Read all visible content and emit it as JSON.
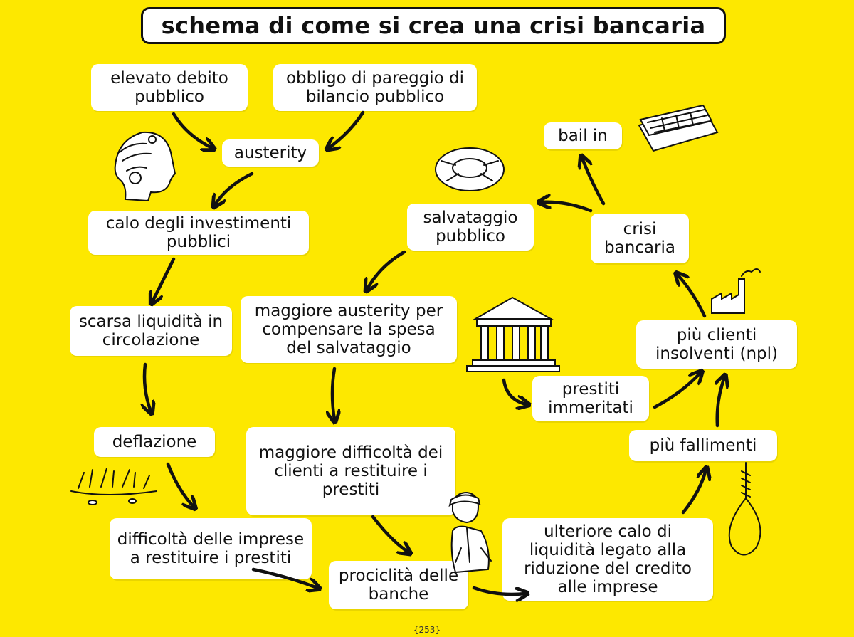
{
  "title": "schema di come si crea una crisi bancaria",
  "page_number": "{253}",
  "nodes": {
    "elevato_debito": "elevato debito pubblico",
    "obbligo_pareggio": "obbligo di pareggio di bilancio pubblico",
    "austerity": "austerity",
    "calo_investimenti": "calo degli investimenti pubblici",
    "scarsa_liquidita": "scarsa liquidità in circolazione",
    "deflazione": "deflazione",
    "difficolta_imprese": "difficoltà delle imprese a restituire i prestiti",
    "prociclita": "prociclità delle banche",
    "ulteriore_calo": "ulteriore calo di liquidità legato alla riduzione del credito alle imprese",
    "maggiore_difficolta": "maggiore difficoltà dei clienti a restituire i prestiti",
    "maggiore_austerity": "maggiore austerity per compensare la spesa del salvataggio",
    "salvataggio": "salvataggio pubblico",
    "crisi_bancaria": "crisi bancaria",
    "bail_in": "bail in",
    "piu_clienti": "più clienti insolventi (npl)",
    "prestiti_immeritati": "prestiti immeritati",
    "piu_fallimenti": "più fallimenti"
  },
  "illustrations": [
    "greek-head-icon",
    "life-buoy-icon",
    "banknote-box-icon",
    "bank-temple-icon",
    "factory-icon",
    "dry-grass-icon",
    "banker-man-icon",
    "noose-icon"
  ]
}
